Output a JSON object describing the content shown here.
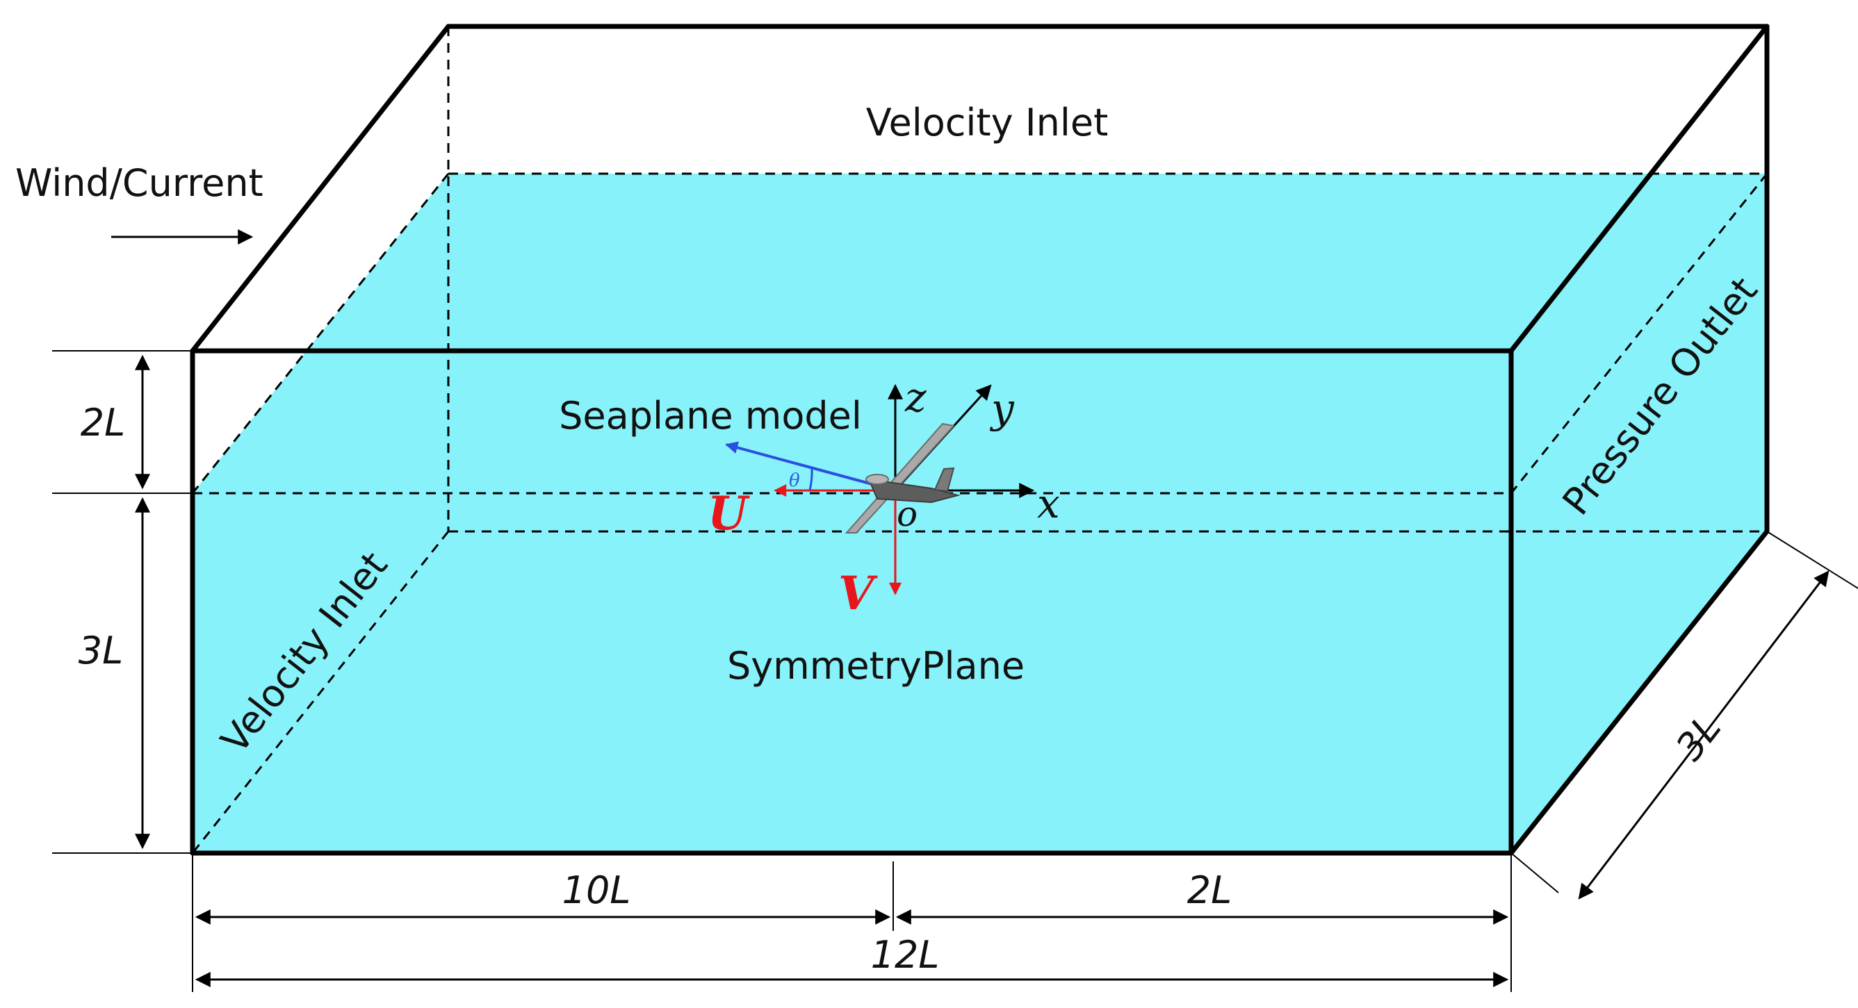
{
  "labels": {
    "top_inlet": "Velocity Inlet",
    "side_inlet": "Velocity Inlet",
    "outlet": "Pressure Outlet",
    "wind": "Wind/Current",
    "symmetry": "SymmetryPlane",
    "model": "Seaplane model"
  },
  "axes": {
    "x": "x",
    "y": "y",
    "z": "z",
    "origin": "o"
  },
  "velocities": {
    "u": "U",
    "v": "V",
    "theta": "θ"
  },
  "dimensions": {
    "above": "2L",
    "below": "3L",
    "upstream": "10L",
    "downstream": "2L",
    "total_length": "12L",
    "width": "3L"
  },
  "colors": {
    "water": "#88f2fa",
    "outline": "#000000",
    "velocity": "#e8151b",
    "resultant": "#2a4fe0",
    "model": "#8a8a8a"
  }
}
